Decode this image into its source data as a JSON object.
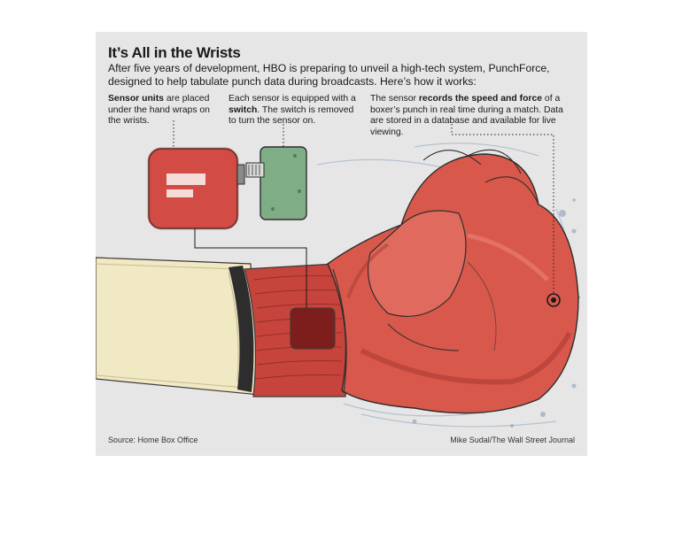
{
  "header": {
    "title": "It’s All in the Wrists",
    "intro": "After five years of development, HBO is preparing to unveil a high-tech system, PunchForce, designed to help tabulate punch data during broadcasts. Here’s how it works:"
  },
  "notes": {
    "sensor_units": {
      "bold": "Sensor units",
      "rest": " are placed under the hand wraps on the wrists."
    },
    "switch": {
      "pre": "Each sensor is equipped with a ",
      "bold": "switch",
      "rest": ". The switch is removed to turn the sensor on."
    },
    "records": {
      "pre": "The sensor ",
      "bold": "records the speed and force",
      "rest": " of a boxer’s punch in real time during a match. Data are stored in a database and available for live viewing."
    }
  },
  "footer": {
    "source": "Source: Home Box Office",
    "credit": "Mike Sudal/The Wall Street Journal"
  },
  "colors": {
    "panel": "#e6e6e6",
    "glove": "#d9584c",
    "glove_dark": "#a83a32",
    "sensor_red": "#d24b44",
    "switch_green": "#7fae86",
    "sleeve": "#f1e8c4",
    "wrap": "#c6443b"
  }
}
